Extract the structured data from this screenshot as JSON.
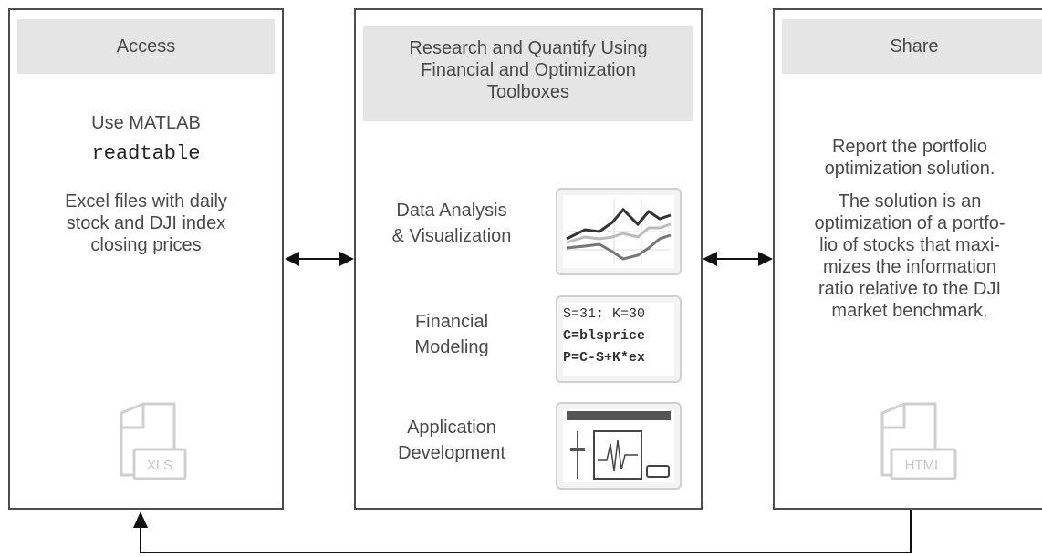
{
  "access": {
    "title": "Access",
    "line1": "Use MATLAB",
    "command": "readtable",
    "desc_lines": [
      "Excel files with daily",
      "stock and DJI index",
      "closing prices"
    ],
    "file_icon_label": "XLS"
  },
  "research": {
    "title_lines": [
      "Research and Quantify Using",
      "Financial and Optimization",
      "Toolboxes"
    ],
    "items": [
      {
        "label_lines": [
          "Data Analysis",
          "& Visualization"
        ],
        "icon": "line-chart-icon"
      },
      {
        "label_lines": [
          "Financial",
          "Modeling"
        ],
        "icon": "code-snippet-icon"
      },
      {
        "label_lines": [
          "Application",
          "Development"
        ],
        "icon": "app-window-icon"
      }
    ],
    "code_snippet": [
      {
        "a": "S=31; K=30",
        "color": "#333"
      },
      {
        "a": "C=blsprice",
        "color": "#111"
      },
      {
        "a": "P=C-S+K*ex",
        "color": "#111"
      }
    ]
  },
  "share": {
    "title": "Share",
    "report_lines": [
      "Report the portfolio",
      "optimization solution."
    ],
    "desc_lines": [
      "The solution is an",
      "optimization of a portfo-",
      "lio of stocks that maxi-",
      "mizes the information",
      "ratio relative to the DJI",
      "market benchmark."
    ],
    "file_icon_label": "HTML"
  },
  "colors": {
    "border": "#4d4d4d",
    "header_bg": "#e5e5e5",
    "icon_gray": "#c8c8c8"
  }
}
